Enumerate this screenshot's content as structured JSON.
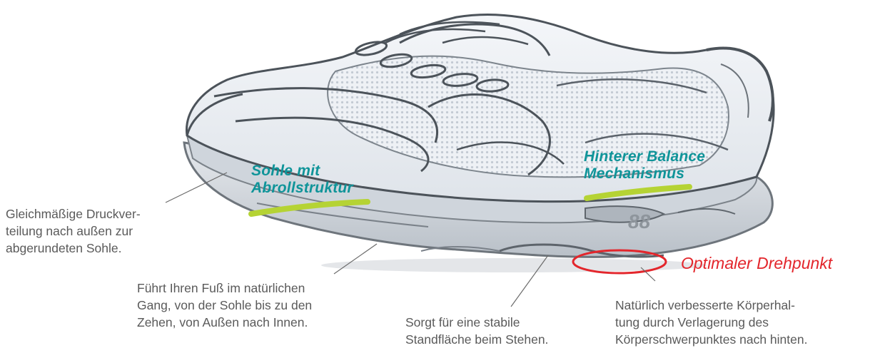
{
  "labels": {
    "sole_structure": [
      "Sohle mit",
      "Abrollstruktur"
    ],
    "rear_balance": [
      "Hinterer Balance",
      "Mechanismus"
    ],
    "pivot_point": "Optimaler Drehpunkt"
  },
  "captions": {
    "pressure": [
      "Gleichmäßige Druckver-",
      "teilung nach außen zur",
      "abgerundeten Sohle."
    ],
    "gait": [
      "Führt Ihren Fuß im natürlichen",
      "Gang, von der Sohle bis zu den",
      "Zehen, von Außen nach Innen."
    ],
    "stability": [
      "Sorgt für eine stabile",
      "Standfläche beim Stehen."
    ],
    "posture": [
      "Natürlich verbesserte Körperhal-",
      "tung durch Verlagerung des",
      "Körperschwerpunktes nach hinten."
    ]
  },
  "colors": {
    "teal_label": "#0f9499",
    "red_label": "#e3262c",
    "highlight_stroke": "#b5d334",
    "caption_text": "#5a5a5a"
  }
}
